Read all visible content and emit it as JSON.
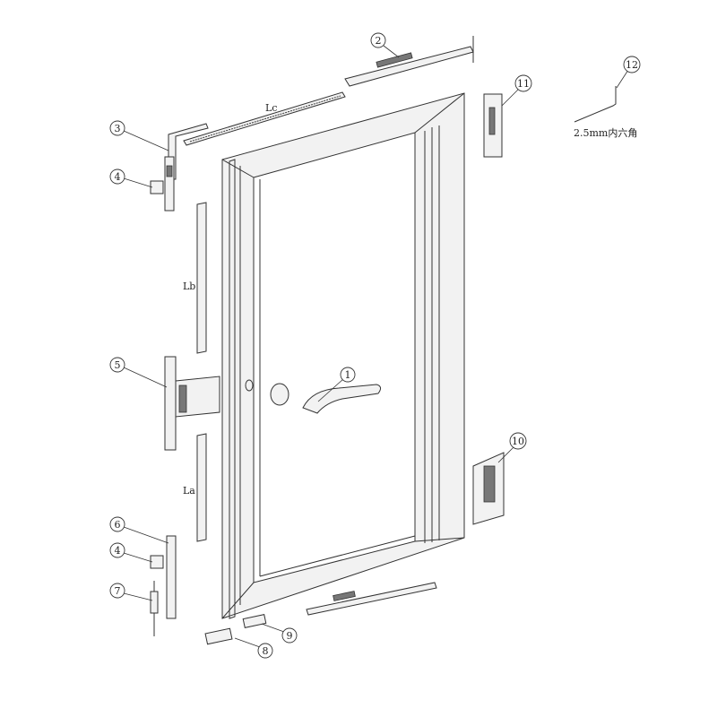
{
  "callouts": [
    "1",
    "2",
    "3",
    "4",
    "5",
    "6",
    "7",
    "8",
    "9",
    "10",
    "11",
    "12"
  ],
  "dimensions": {
    "lc": "Lc",
    "lb": "Lb",
    "la": "La"
  },
  "note": "2.5mm内六角"
}
